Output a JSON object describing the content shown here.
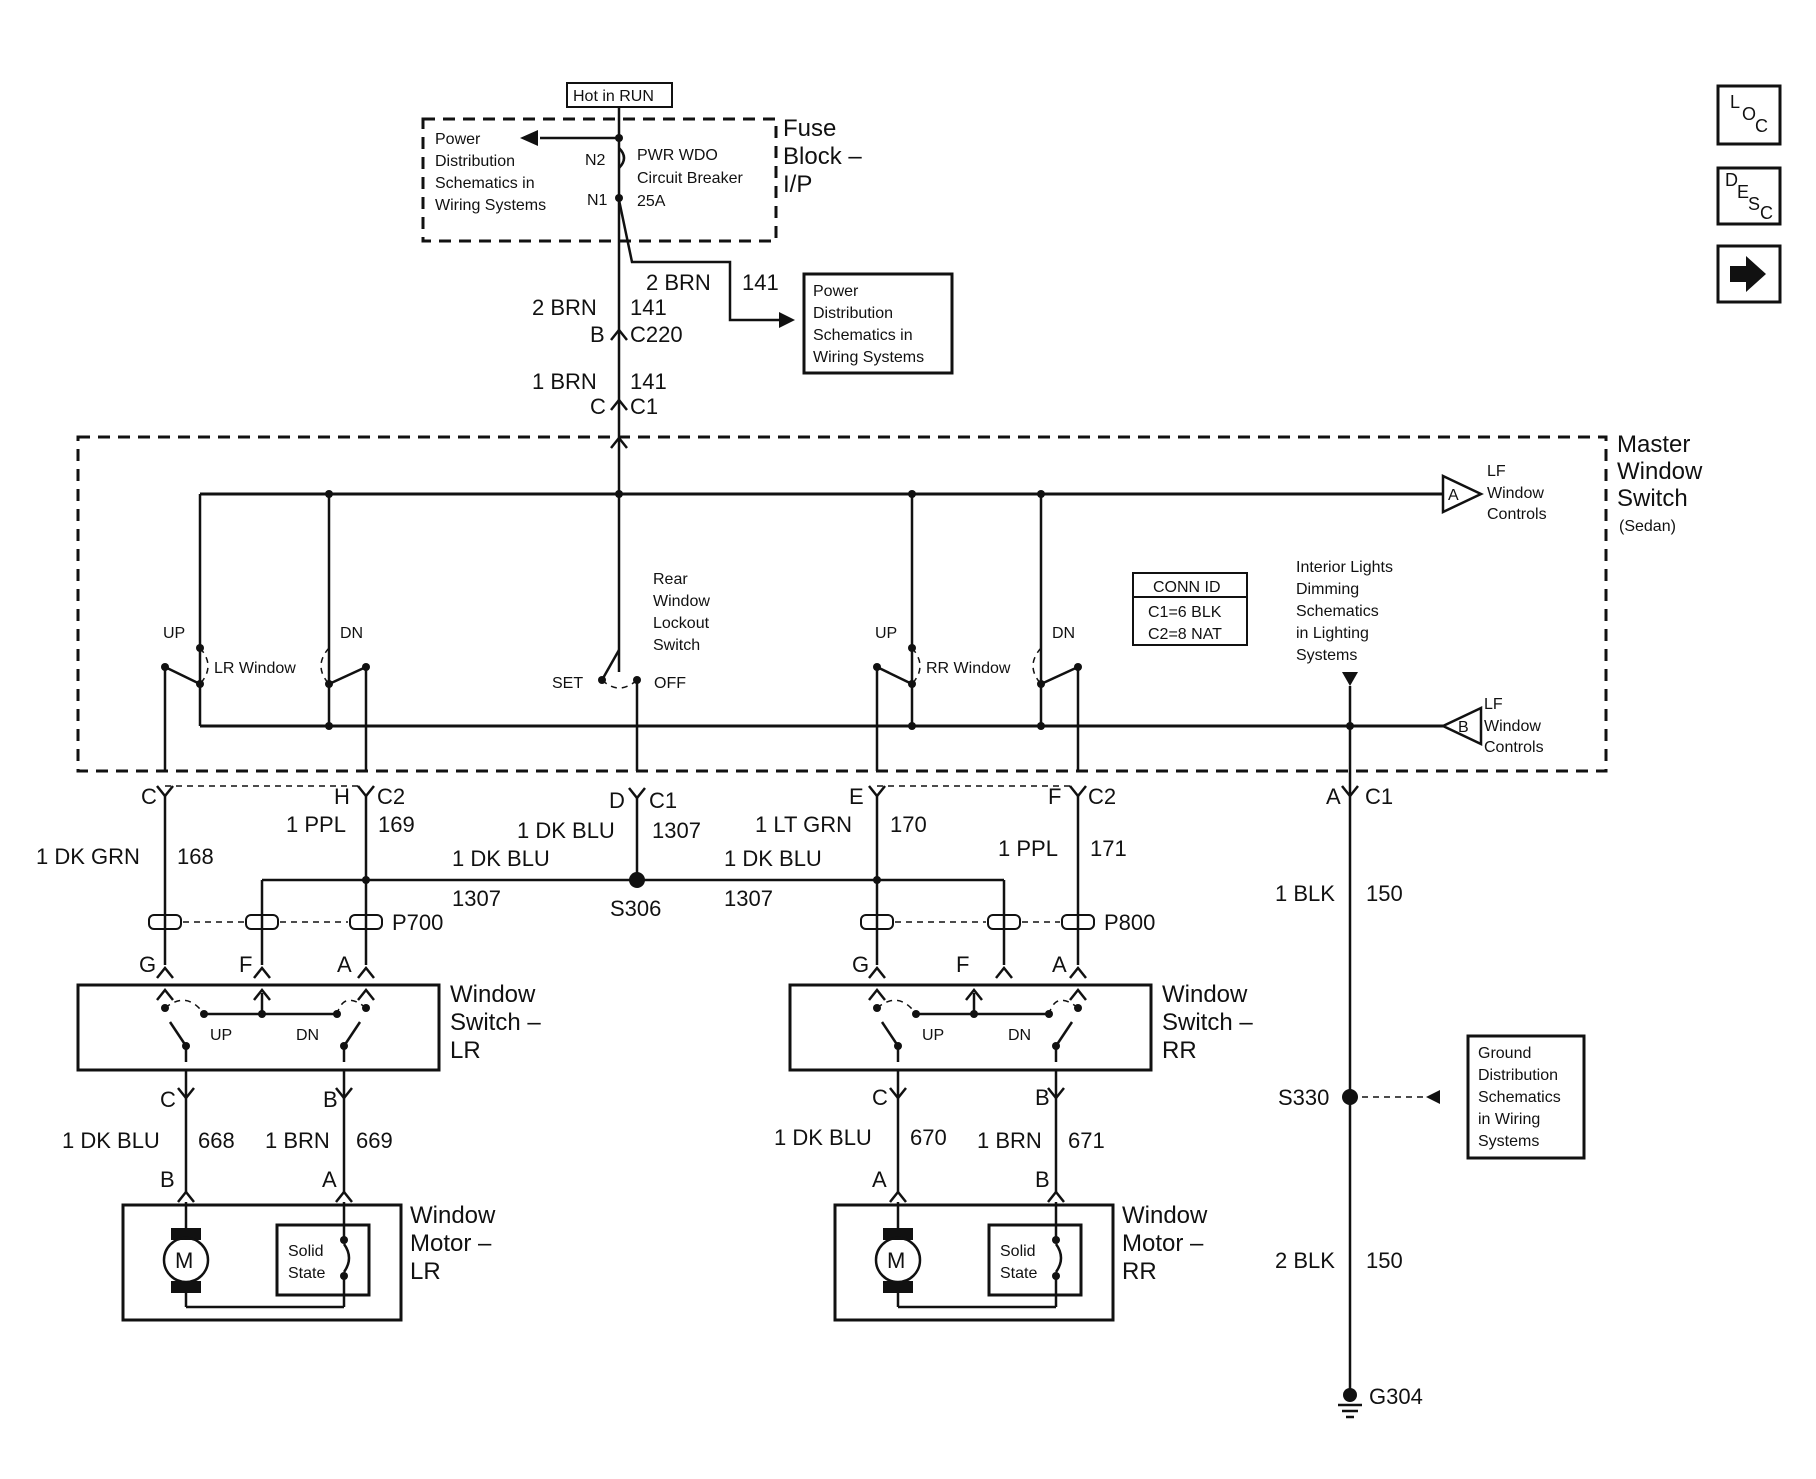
{
  "nav": {
    "loc": [
      "L",
      "O",
      "C"
    ],
    "desc": [
      "D",
      "E",
      "S",
      "C"
    ],
    "next_arrow": "➜"
  },
  "fuse_block": {
    "hot_label": "Hot in RUN",
    "title": [
      "Fuse",
      "Block –",
      "I/P"
    ],
    "power_dist_ref": [
      "Power",
      "Distribution",
      "Schematics in",
      "Wiring Systems"
    ],
    "pins": {
      "n2": "N2",
      "n1": "N1"
    },
    "breaker": [
      "PWR WDO",
      "Circuit Breaker",
      "25A"
    ]
  },
  "feed": {
    "branch_wire": "2 BRN",
    "branch_circuit": "141",
    "power_ref": [
      "Power",
      "Distribution",
      "Schematics in",
      "Wiring Systems"
    ],
    "c220_wire": "2 BRN",
    "c220_circuit": "141",
    "c220_pin": "B",
    "c220_conn": "C220",
    "c1_wire": "1 BRN",
    "c1_circuit": "141",
    "c1_pin": "C",
    "c1_conn": "C1"
  },
  "master_switch": {
    "title": [
      "Master",
      "Window",
      "Switch"
    ],
    "subtitle": "(Sedan)",
    "lf_a_letter": "A",
    "lf_a_label": [
      "LF",
      "Window",
      "Controls"
    ],
    "lf_b_letter": "B",
    "lf_b_label": [
      "LF",
      "Window",
      "Controls"
    ],
    "lr_window": "LR Window",
    "rr_window": "RR Window",
    "up": "UP",
    "dn": "DN",
    "lockout_label": [
      "Rear",
      "Window",
      "Lockout",
      "Switch"
    ],
    "set": "SET",
    "off": "OFF",
    "conn_id_title": "CONN ID",
    "conn_id_rows": [
      "C1=6 BLK",
      "C2=8 NAT"
    ],
    "interior_lights": [
      "Interior Lights",
      "Dimming",
      "Schematics",
      "in Lighting",
      "Systems"
    ]
  },
  "connectors": {
    "lr_up_pin": "C",
    "lr_dn_pin": "H",
    "c2": "C2",
    "lock_pin": "D",
    "c1": "C1",
    "rr_up_pin": "E",
    "rr_dn_pin": "F",
    "gnd_pin": "A"
  },
  "wires": {
    "w168": "1 DK GRN",
    "c168": "168",
    "w169": "1 PPL",
    "c169": "169",
    "w1307_top": "1 DK BLU",
    "c1307_top": "1307",
    "w1307_left": "1 DK BLU",
    "c1307_left": "1307",
    "w1307_right": "1 DK BLU",
    "c1307_right": "1307",
    "splice_s306": "S306",
    "w170": "1 LT GRN",
    "c170": "170",
    "w171": "1 PPL",
    "c171": "171",
    "w150_top": "1 BLK",
    "c150_top": "150",
    "w150_bot": "2 BLK",
    "c150_bot": "150",
    "splice_s330": "S330",
    "ground": "G304",
    "w668": "1 DK BLU",
    "c668": "668",
    "w669": "1 BRN",
    "c669": "669",
    "w670": "1 DK BLU",
    "c670": "670",
    "w671": "1 BRN",
    "c671": "671"
  },
  "p700": {
    "label": "P700",
    "pins": [
      "G",
      "F",
      "A"
    ]
  },
  "p800": {
    "label": "P800",
    "pins": [
      "G",
      "F",
      "A"
    ]
  },
  "ground_ref": [
    "Ground",
    "Distribution",
    "Schematics",
    "in Wiring",
    "Systems"
  ],
  "lr_switch": {
    "title": [
      "Window",
      "Switch –",
      "LR"
    ],
    "up": "UP",
    "dn": "DN",
    "out_pins": [
      "C",
      "B"
    ]
  },
  "rr_switch": {
    "title": [
      "Window",
      "Switch –",
      "RR"
    ],
    "up": "UP",
    "dn": "DN",
    "out_pins": [
      "C",
      "B"
    ]
  },
  "lr_motor": {
    "title": [
      "Window",
      "Motor –",
      "LR"
    ],
    "pins": [
      "B",
      "A"
    ],
    "m": "M",
    "solid_state": [
      "Solid",
      "State"
    ]
  },
  "rr_motor": {
    "title": [
      "Window",
      "Motor –",
      "RR"
    ],
    "pins": [
      "A",
      "B"
    ],
    "m": "M",
    "solid_state": [
      "Solid",
      "State"
    ]
  }
}
